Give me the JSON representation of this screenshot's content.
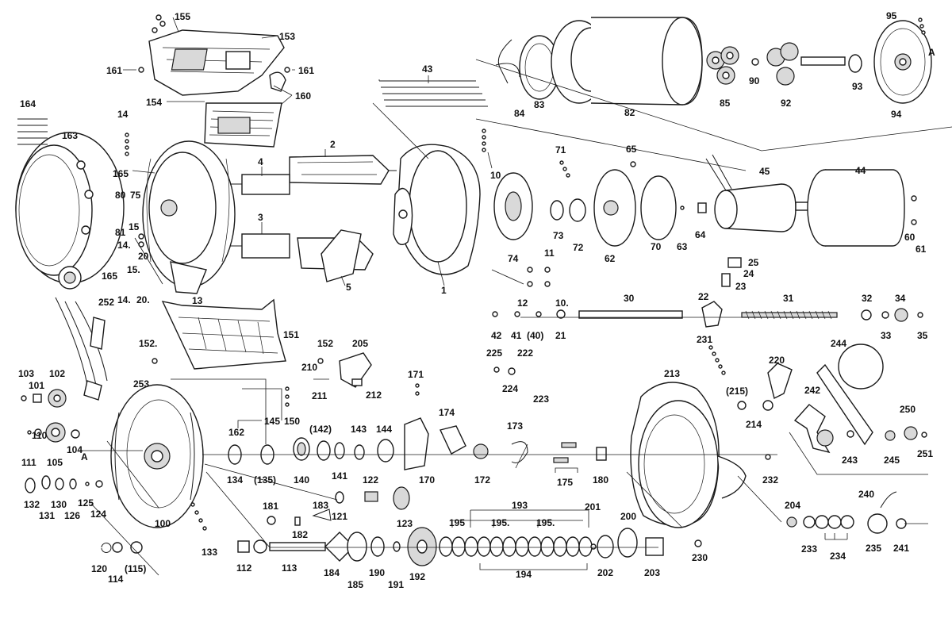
{
  "colors": {
    "ink": "#1a1a1a",
    "background": "#ffffff",
    "part_fill": "#ffffff",
    "shade": "#d9d9d9"
  },
  "labels": [
    "155",
    "153",
    "161",
    "161",
    "160",
    "154",
    "164",
    "163",
    "14",
    "165",
    "80",
    "75",
    "15",
    "81",
    "14.",
    "20",
    "165",
    "15.",
    "14.",
    "20.",
    "13",
    "2",
    "4",
    "3",
    "5",
    "43",
    "84",
    "83",
    "82",
    "85",
    "90",
    "92",
    "93",
    "94",
    "95",
    "A",
    "10",
    "71",
    "65",
    "45",
    "44",
    "74",
    "73",
    "72",
    "62",
    "70",
    "63",
    "64",
    "60",
    "61",
    "11",
    "12",
    "10.",
    "25",
    "24",
    "23",
    "1",
    "252",
    "151",
    "152.",
    "152",
    "205",
    "210",
    "211",
    "212",
    "253",
    "103",
    "101",
    "102",
    "42",
    "41",
    "(40)",
    "21",
    "30",
    "22",
    "31",
    "32",
    "33",
    "34",
    "35",
    "231",
    "225",
    "222",
    "224",
    "223",
    "171",
    "174",
    "213",
    "220",
    "244",
    "145",
    "150",
    "162",
    "173",
    "(215)",
    "214",
    "242",
    "250",
    "110",
    "111",
    "105",
    "104",
    "A",
    "132",
    "131",
    "130",
    "126",
    "125",
    "124",
    "134",
    "(135)",
    "140",
    "(142)",
    "141",
    "143",
    "144",
    "170",
    "172",
    "175",
    "180",
    "232",
    "243",
    "245",
    "251",
    "122",
    "121",
    "181",
    "183",
    "123",
    "182",
    "100",
    "133",
    "120",
    "114",
    "(115)",
    "112",
    "113",
    "184",
    "185",
    "190",
    "191",
    "192",
    "193",
    "195",
    "195.",
    "195.",
    "194",
    "201",
    "202",
    "200",
    "203",
    "230",
    "204",
    "233",
    "234",
    "240",
    "235",
    "241"
  ]
}
